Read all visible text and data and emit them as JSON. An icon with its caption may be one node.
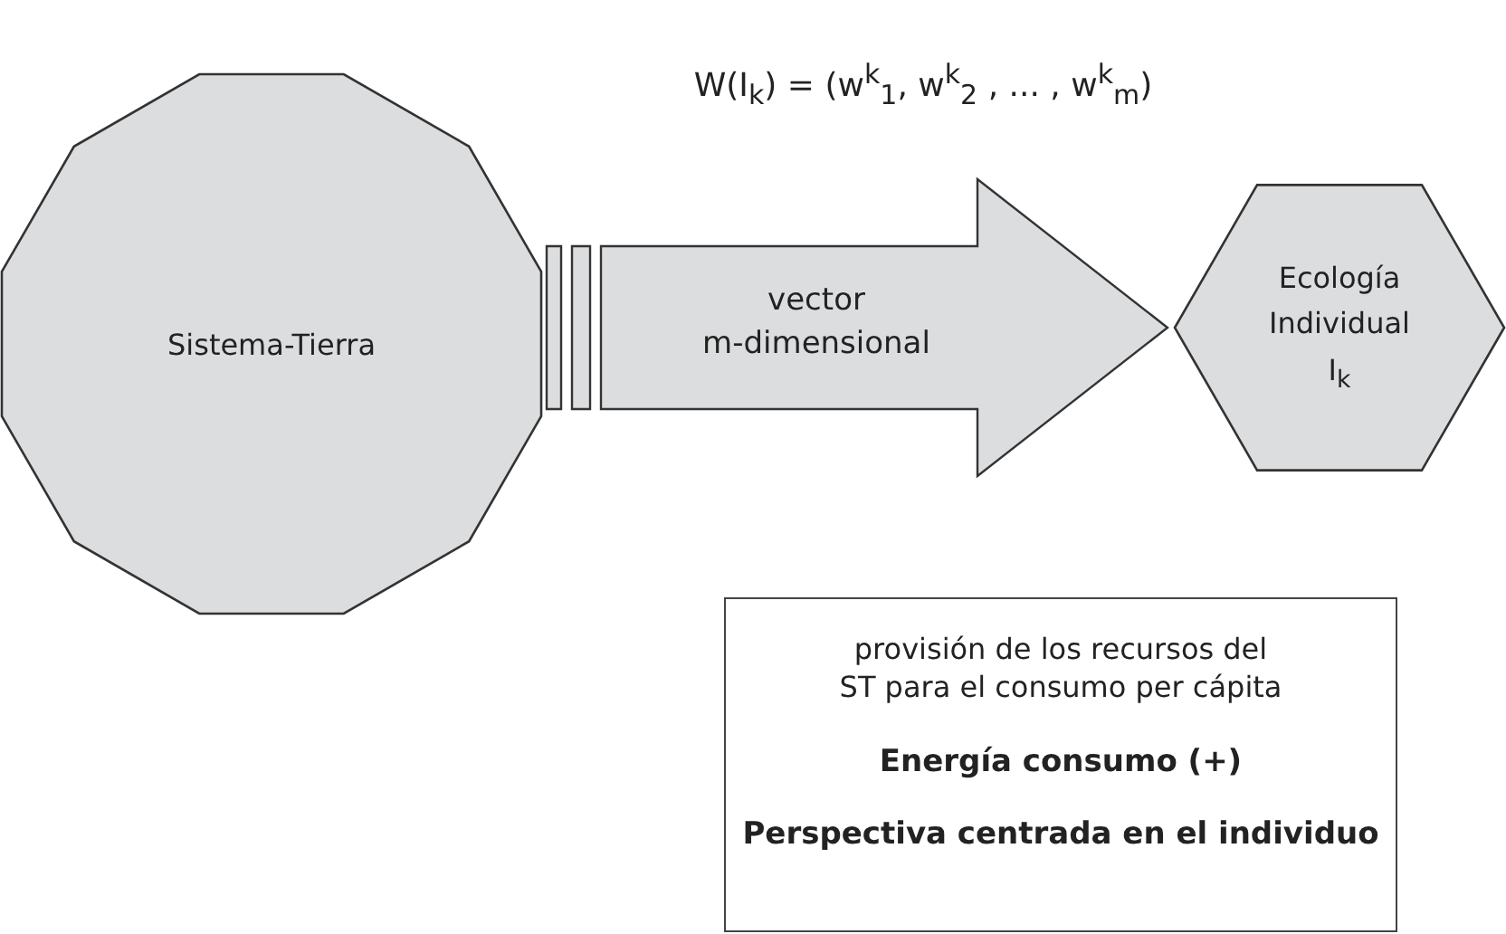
{
  "diagram": {
    "nodes": [
      {
        "text": [
          "Sistema-Tierra"
        ]
      },
      {
        "text": [
          "Ecología Individual I$_{k}$"
        ]
      },
      {
        "text": [
          "provisión de los recursos del ST para el consumo per cápita",
          "Energía consumo (+)",
          "Perspectiva centrada en el individuo"
        ]
      }
    ],
    "edges": [
      {
        "from": 0,
        "to": 1,
        "arrow": "to",
        "label": "vector m-dimensional"
      }
    ],
    "labels": [
      "W(I$_{k}$) = (w$^{k}$$_{1}$, w$^{k}$$_{2}$ , ... , w$^{k}$$_{m}$)"
    ]
  }
}
